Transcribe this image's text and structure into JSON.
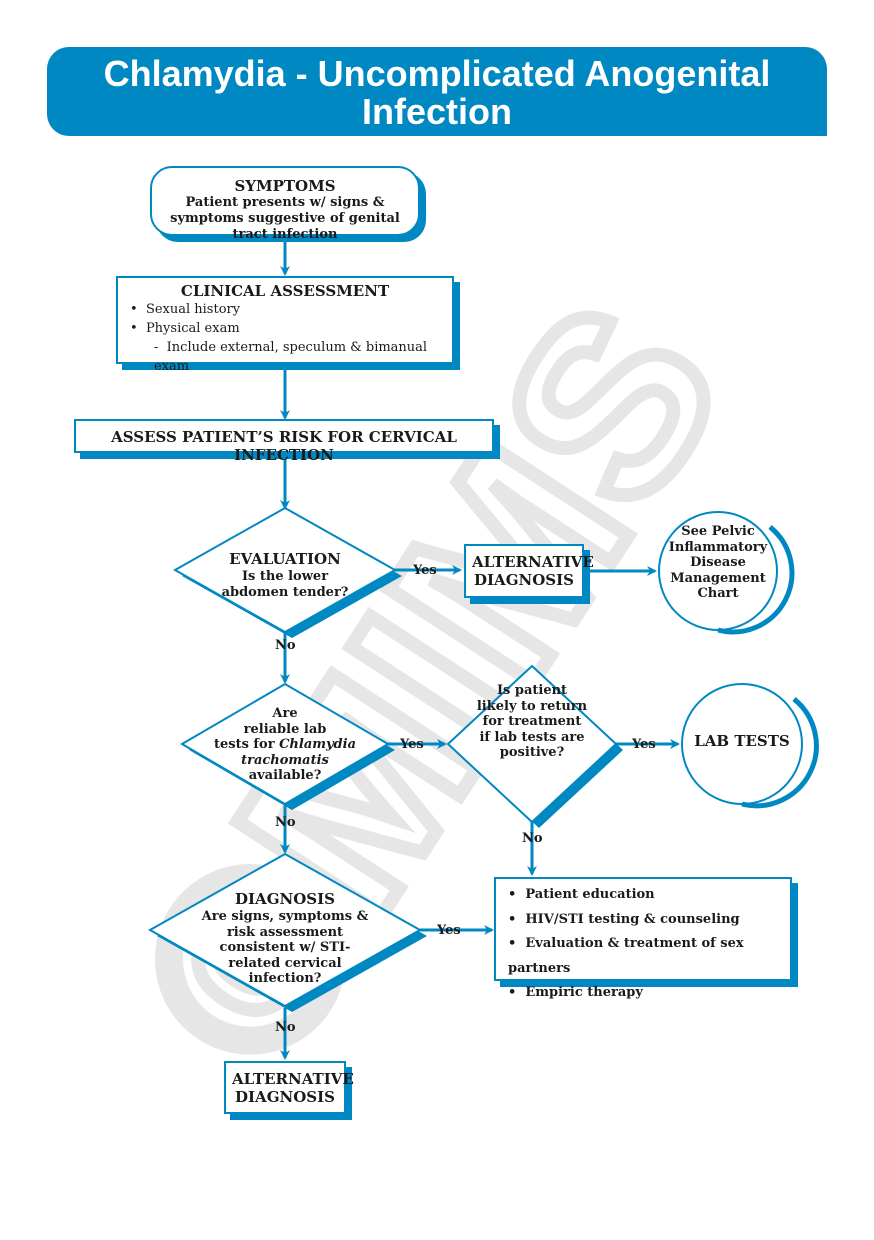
{
  "header": {
    "title": "Chlamydia - Uncomplicated Anogenital Infection"
  },
  "watermark": {
    "text": "©MIMS"
  },
  "colors": {
    "accent": "#0088c2",
    "watermark": "#e6e6e6"
  },
  "symptoms": {
    "title": "SYMPTOMS",
    "text": "Patient presents w/ signs & symptoms suggestive of genital tract infection"
  },
  "clinical": {
    "title": "CLINICAL ASSESSMENT",
    "items": [
      "Sexual history",
      "Physical exam"
    ],
    "subitem": "Include external, speculum & bimanual exam"
  },
  "risk": {
    "title": "ASSESS PATIENT’S RISK FOR CERVICAL INFECTION"
  },
  "evaluation": {
    "title": "EVALUATION",
    "question": "Is the lower abdomen tender?"
  },
  "alt_diagnosis_1": {
    "title": "ALTERNATIVE DIAGNOSIS"
  },
  "pid_chart": {
    "text": "See Pelvic Inflammatory Disease Management Chart"
  },
  "lab_available": {
    "line1": "Are",
    "line2": "reliable lab",
    "line3_pre": "tests for ",
    "line3_italic": "Chlamydia",
    "line4_italic": "trachomatis",
    "line5": "available?"
  },
  "return_question": {
    "text": "Is patient likely to return for treatment if lab tests are positive?"
  },
  "lab_tests": {
    "title": "LAB TESTS"
  },
  "diagnosis": {
    "title": "DIAGNOSIS",
    "question": "Are signs, symptoms & risk assessment consistent w/ STI-related cervical infection?"
  },
  "management": {
    "items": [
      "Patient education",
      "HIV/STI testing & counseling",
      "Evaluation & treatment of sex partners",
      "Empiric therapy"
    ]
  },
  "alt_diagnosis_2": {
    "title": "ALTERNATIVE DIAGNOSIS"
  },
  "labels": {
    "yes": "Yes",
    "no": "No"
  }
}
